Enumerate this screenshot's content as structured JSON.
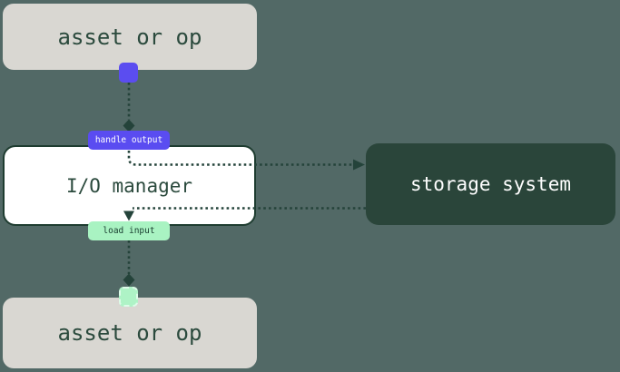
{
  "diagram": {
    "title": "io-manager-data-flow",
    "nodes": {
      "asset_top": {
        "label": "asset or op"
      },
      "io_manager": {
        "label": "I/O manager"
      },
      "asset_bottom": {
        "label": "asset or op"
      },
      "storage_system": {
        "label": "storage system"
      }
    },
    "badges": {
      "handle_output": {
        "label": "handle output",
        "color": "#5a4cf1"
      },
      "load_input": {
        "label": "load input",
        "color": "#a9f3c2"
      }
    },
    "connectors": [
      {
        "name": "asset-to-handle-output",
        "from": "asset_top",
        "to": "handle_output",
        "style": "dotted",
        "end": "diamond"
      },
      {
        "name": "handle-output-to-storage",
        "from": "handle_output",
        "to": "storage_system",
        "style": "dotted",
        "end": "arrow-right"
      },
      {
        "name": "storage-to-load-input",
        "from": "storage_system",
        "to": "load_input",
        "style": "dotted",
        "end": "arrow-down"
      },
      {
        "name": "load-input-to-asset",
        "from": "load_input",
        "to": "asset_bottom",
        "style": "dotted",
        "end": "diamond"
      }
    ],
    "colors": {
      "background": "#526966",
      "asset_node_bg": "#d9d7d2",
      "asset_node_text": "#2b4a3d",
      "io_node_bg": "#ffffff",
      "io_node_border": "#1e3c30",
      "storage_node_bg": "#2a453a",
      "storage_node_text": "#ffffff",
      "connector": "#24433a",
      "output_port": "#5b4df0",
      "input_port": "#aef3c6"
    }
  }
}
